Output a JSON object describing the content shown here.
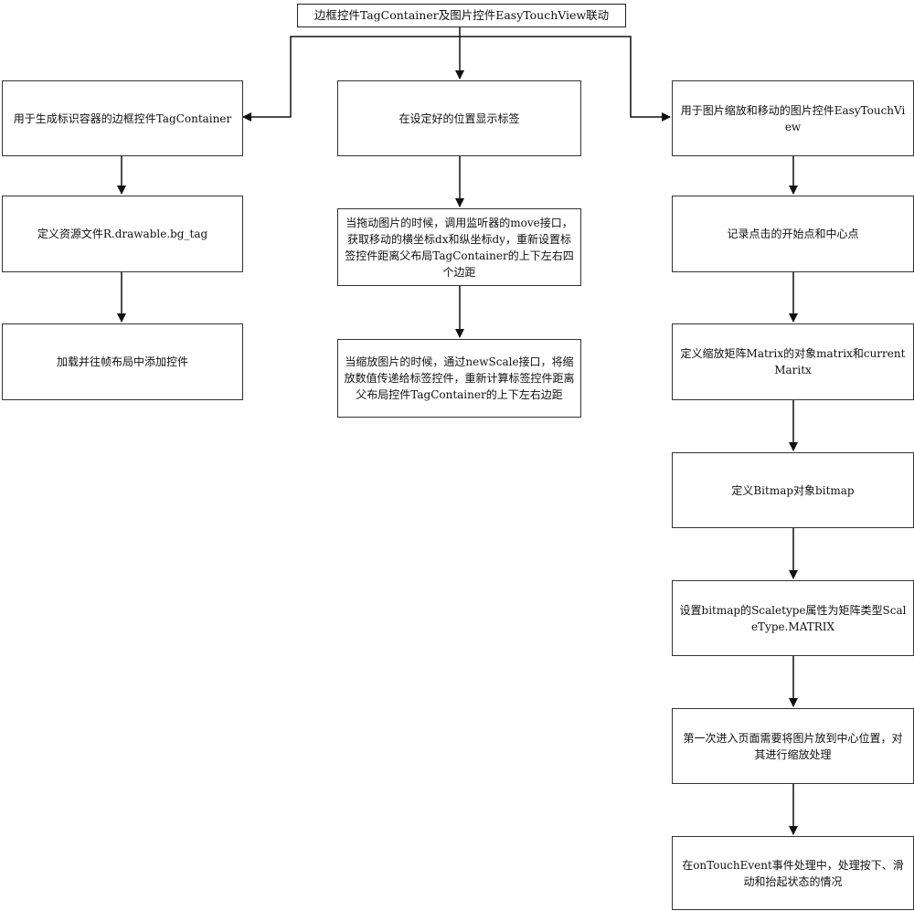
{
  "diagram": {
    "title": "边框控件TagContainer及图片控件EasyTouchView联动",
    "left": [
      "用于生成标识容器的边框控件TagContainer",
      "定义资源文件R.drawable.bg_tag",
      "加载并往帧布局中添加控件"
    ],
    "middle": [
      "在设定好的位置显示标签",
      "当拖动图片的时候，调用监听器的move接口，获取移动的横坐标dx和纵坐标dy，重新设置标签控件距离父布局TagContainer的上下左右四个边距",
      "当缩放图片的时候，通过newScale接口，将缩放数值传递给标签控件，重新计算标签控件距离父布局控件TagContainer的上下左右边距"
    ],
    "right": [
      "用于图片缩放和移动的图片控件EasyTouchView",
      "记录点击的开始点和中心点",
      "定义缩放矩阵Matrix的对象matrix和currentMaritx",
      "定义Bitmap对象bitmap",
      "设置bitmap的Scaletype属性为矩阵类型ScaleType.MATRIX",
      "第一次进入页面需要将图片放到中心位置，对其进行缩放处理",
      "在onTouchEvent事件处理中，处理按下、滑动和抬起状态的情况"
    ]
  }
}
